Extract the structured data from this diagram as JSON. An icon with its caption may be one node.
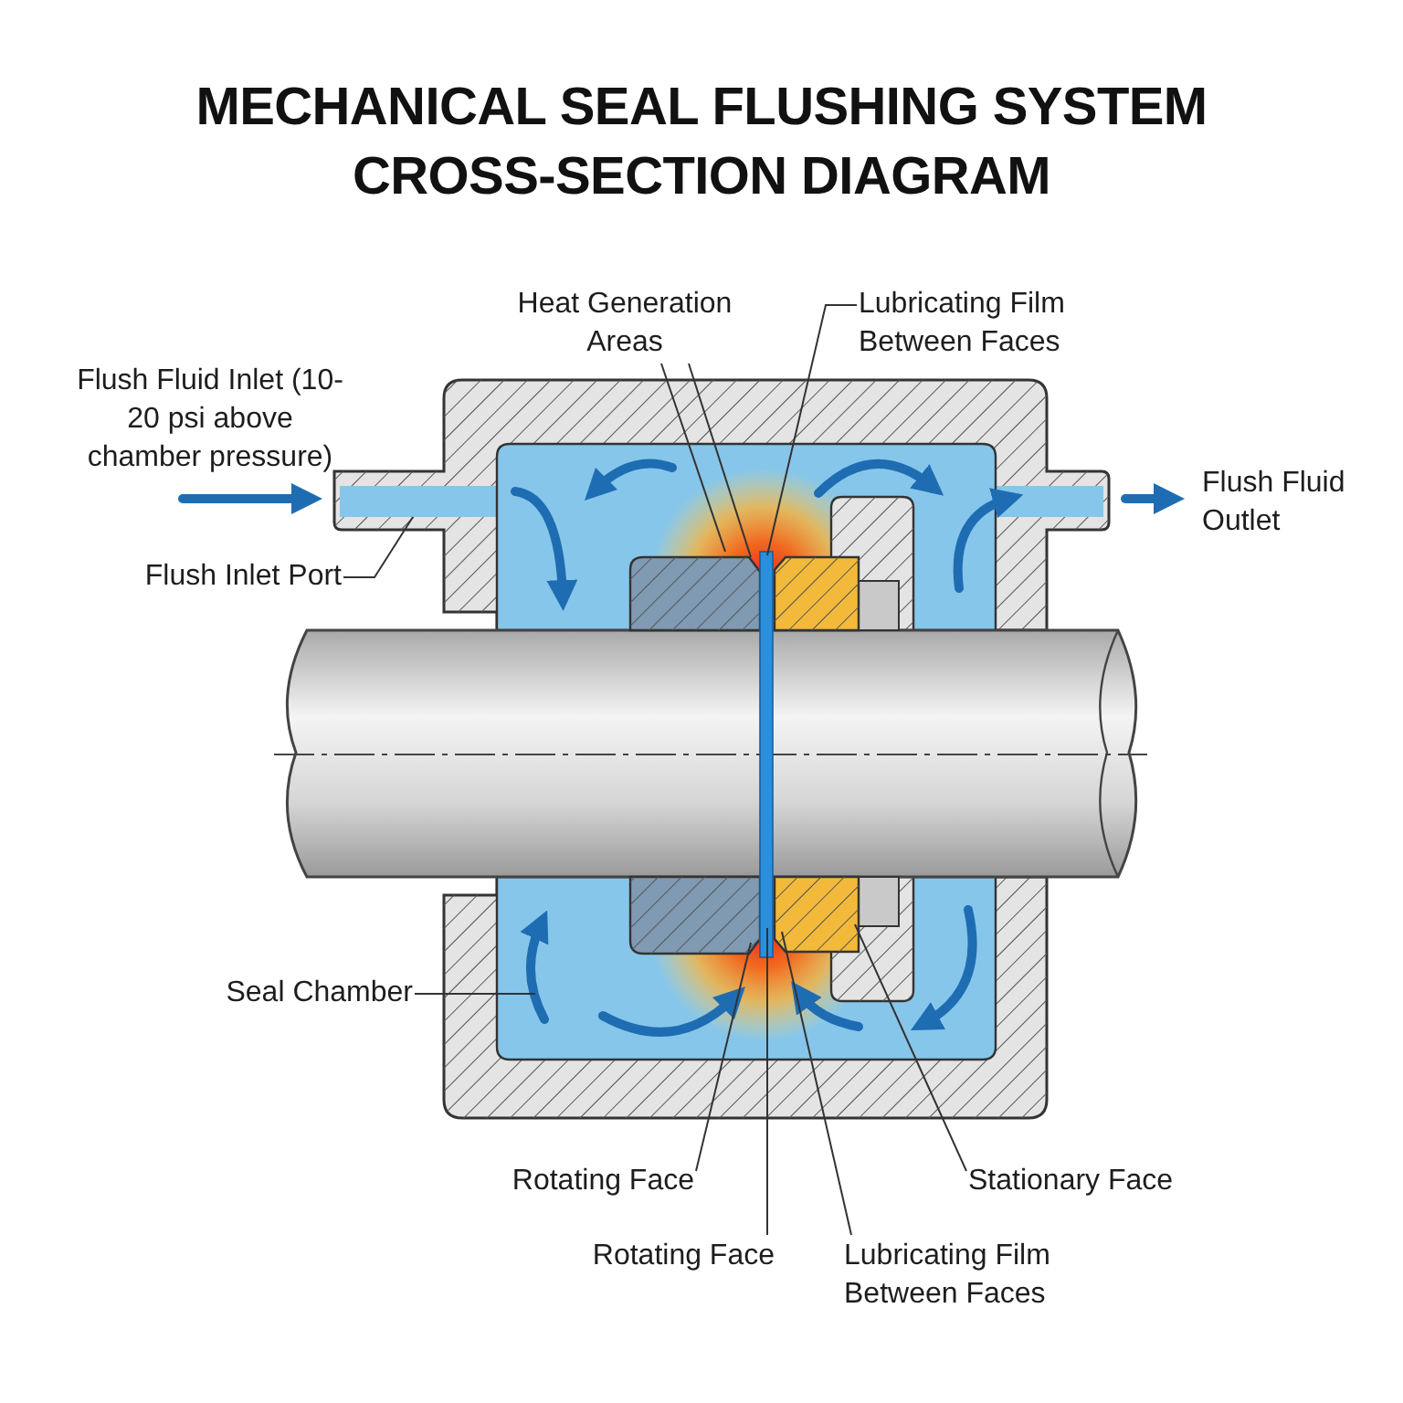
{
  "diagram": {
    "title": "MECHANICAL SEAL FLUSHING SYSTEM CROSS-SECTION DIAGRAM",
    "nodes": [
      {
        "text": [
          "Heat Generation Areas"
        ]
      },
      {
        "text": [
          "Lubricating Film Between Faces"
        ]
      },
      {
        "text": [
          "Flush Inlet Port"
        ]
      },
      {
        "text": [
          "Seal Chamber"
        ]
      },
      {
        "text": [
          "Rotating Face"
        ]
      },
      {
        "text": [
          "Rotating Face"
        ]
      },
      {
        "text": [
          "Lubricating Film Between Faces"
        ]
      },
      {
        "text": [
          "Stationary Face"
        ]
      }
    ],
    "edges": [
      {
        "from": 0,
        "to": null,
        "arrow": "none"
      },
      {
        "from": 0,
        "to": null,
        "arrow": "none"
      },
      {
        "from": 1,
        "to": null,
        "arrow": "none"
      },
      {
        "from": 2,
        "to": null,
        "arrow": "none"
      },
      {
        "from": 3,
        "to": null,
        "arrow": "none"
      },
      {
        "from": 4,
        "to": null,
        "arrow": "none"
      },
      {
        "from": 5,
        "to": null,
        "arrow": "none"
      },
      {
        "from": 6,
        "to": null,
        "arrow": "none"
      },
      {
        "from": 7,
        "to": null,
        "arrow": "none"
      }
    ],
    "labels": [
      "Flush Fluid Inlet (10-20 psi above chamber pressure)",
      "Flush Fluid Outlet"
    ]
  }
}
